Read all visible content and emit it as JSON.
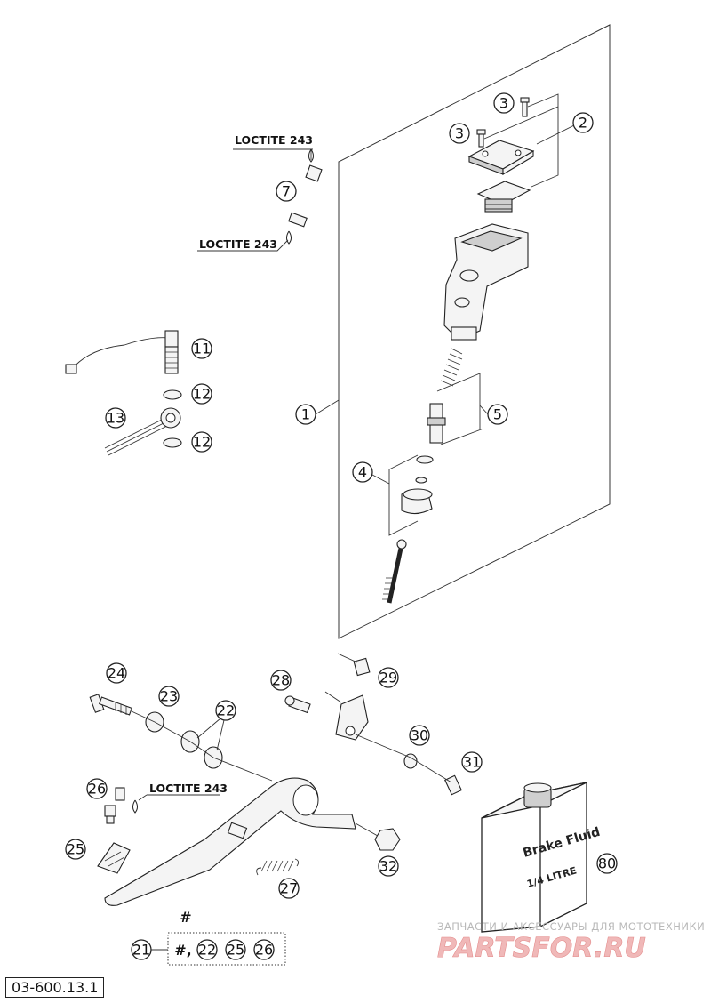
{
  "doc_code": "03-600.13.1",
  "loctite_label": "LOCTITE 243",
  "callouts": {
    "c1": "1",
    "c2": "2",
    "c3a": "3",
    "c3b": "3",
    "c4": "4",
    "c5": "5",
    "c7": "7",
    "c11": "11",
    "c12a": "12",
    "c12b": "12",
    "c13": "13",
    "c21": "21",
    "c22": "22",
    "c22b": "22",
    "c23": "23",
    "c24": "24",
    "c25": "25",
    "c25b": "25",
    "c26": "26",
    "c26b": "26",
    "c27": "27",
    "c28": "28",
    "c29": "29",
    "c30": "30",
    "c31": "31",
    "c32": "32",
    "c80": "80"
  },
  "hash_mark": "#",
  "kit_prefix": "#,",
  "bottle": {
    "line1": "Brake Fluid",
    "line2": "1/4 LITRE"
  },
  "watermark": {
    "tagline": "ЗАПЧАСТИ И АКСЕССУАРЫ ДЛЯ МОТОТЕХНИКИ",
    "brand": "PARTSFOR.RU"
  }
}
